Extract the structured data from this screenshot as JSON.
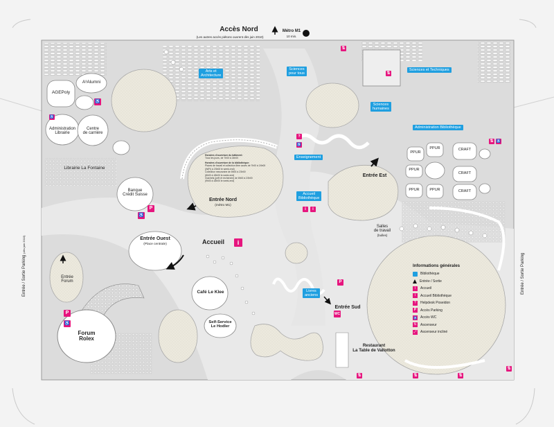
{
  "header": {
    "title": "Accès Nord",
    "subtitle": "(Les autres accès piétons ouvrent dès juin 2010)",
    "metro": "Métro M1",
    "metro_time": "10 min."
  },
  "side_labels": {
    "left": "Entrée / Sortie Parking",
    "left_note": "(dès juin 2010)",
    "right": "Entrée / Sortie Parking"
  },
  "places": {
    "agepoly": "AGEPoly",
    "alumni": "A³Alumni",
    "admin_librairie": "Administration\nLibrairie",
    "centre_carriere": "Centre\nde carrière",
    "librairie": "Librairie La Fontaine",
    "banque": "Banque\nCrédit Suisse",
    "entree_nord": "Entrée Nord",
    "entree_nord_sub": "(métro M1)",
    "entree_ouest": "Entrée Ouest",
    "entree_ouest_sub": "(Place centrale)",
    "accueil": "Accueil",
    "entree_forum": "Entrée\nForum",
    "forum": "Forum\nRolex",
    "cafe": "Café Le Klee",
    "self_service": "Self-Service\nLe Hodler",
    "entree_est": "Entrée Est",
    "entree_sud": "Entrée Sud",
    "salles": "Salles\nde travail",
    "salles_sub": "(bulles)",
    "restaurant": "Restaurant\nLa Table de Vallotton",
    "ppur": "PPUR",
    "craft": "CRAFT"
  },
  "blue_tags": {
    "arts": "Arts et\nArchitecture",
    "sciences_tous": "Sciences\npour tous",
    "sciences_tech": "Sciences et Techniques",
    "sciences_hum": "Sciences\nhumaines",
    "admin_bib": "Administration Bibliothèque",
    "enseignement": "Enseignement",
    "accueil_bib": "Accueil\nBibliothèque",
    "livres": "Livres\nanciens"
  },
  "hours": {
    "title1": "Horaires d'ouverture du bâtiment:",
    "line1": "Tous les jours, de 7h00 à 24h00",
    "title2": "Horaires d'ouverture de la bibliothèque:",
    "lines": [
      "Places de travail et collection libre accès de 7h00 à 24h00",
      "(WiFi) à 23h00 le week-end)",
      "Collection mezzanine de 8h00 à 23h00",
      "(8h00 à 18h00 le week-end)",
      "Guichets (prêt et recherche) de 8h00 à 23h00",
      "(9h00 à 18h00 le week-end)"
    ]
  },
  "legend": {
    "title": "Informations générales",
    "items": [
      {
        "label": "Bibliothèque",
        "color": "#1f9fe0",
        "icon": "library-icon"
      },
      {
        "label": "Entrée / Sortie",
        "color": "#111111",
        "icon": "arrow-up-icon"
      },
      {
        "label": "Accueil",
        "color": "#e6157e",
        "icon": "info-icon"
      },
      {
        "label": "Accueil Bibliothèque",
        "color": "#e6157e",
        "icon": "info-library-icon"
      },
      {
        "label": "Helpdesk Poseidon",
        "color": "#e6157e",
        "icon": "helpdesk-icon"
      },
      {
        "label": "Accès Parking",
        "color": "#e6157e",
        "icon": "parking-icon"
      },
      {
        "label": "Accès WC",
        "color": "#e6157e",
        "icon": "wc-icon"
      },
      {
        "label": "Ascenseur",
        "color": "#e6157e",
        "icon": "elevator-icon"
      },
      {
        "label": "Ascenseur incliné",
        "color": "#e6157e",
        "icon": "inclined-elevator-icon"
      }
    ]
  },
  "colors": {
    "accent_blue": "#1f9fe0",
    "accent_pink": "#e6157e",
    "building": "#dcdcdc",
    "patio": "#ece8dc"
  }
}
